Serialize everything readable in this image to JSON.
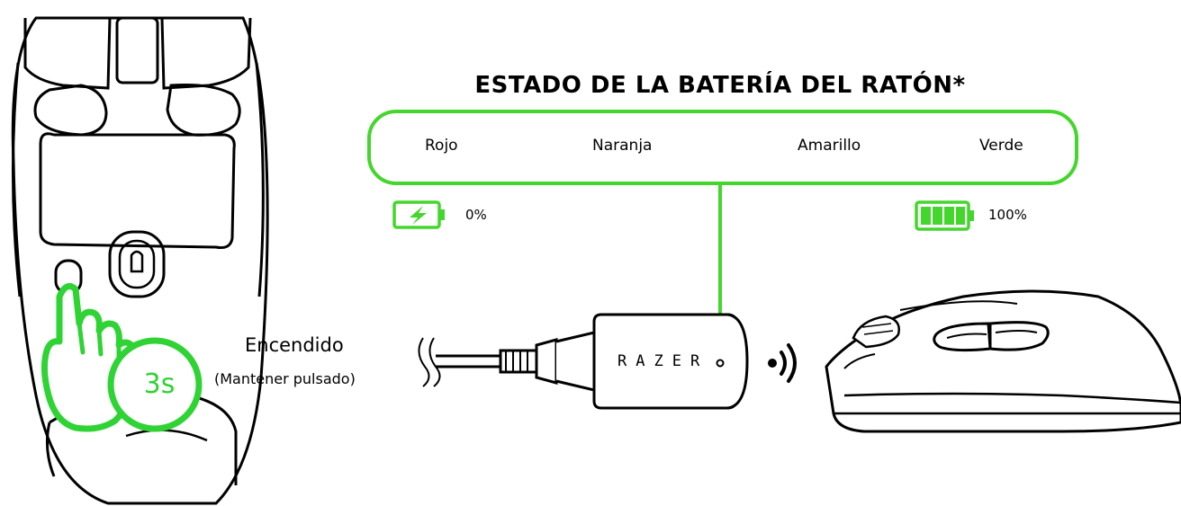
{
  "title": "ESTADO DE LA BATERÍA DEL RATÓN*",
  "battery_colors": [
    "Rojo",
    "Naranja",
    "Amarillo",
    "Verde"
  ],
  "battery_low": "0%",
  "battery_full": "100%",
  "power": {
    "label": "Encendido",
    "sublabel": "(Mantener pulsado)",
    "hold_time": "3s"
  },
  "dongle_brand": "RAZER",
  "colors": {
    "accent": "#44d62c",
    "line": "#000000"
  },
  "icons": [
    "battery-charging-icon",
    "battery-full-icon",
    "wireless-signal-icon",
    "hand-press-icon"
  ]
}
